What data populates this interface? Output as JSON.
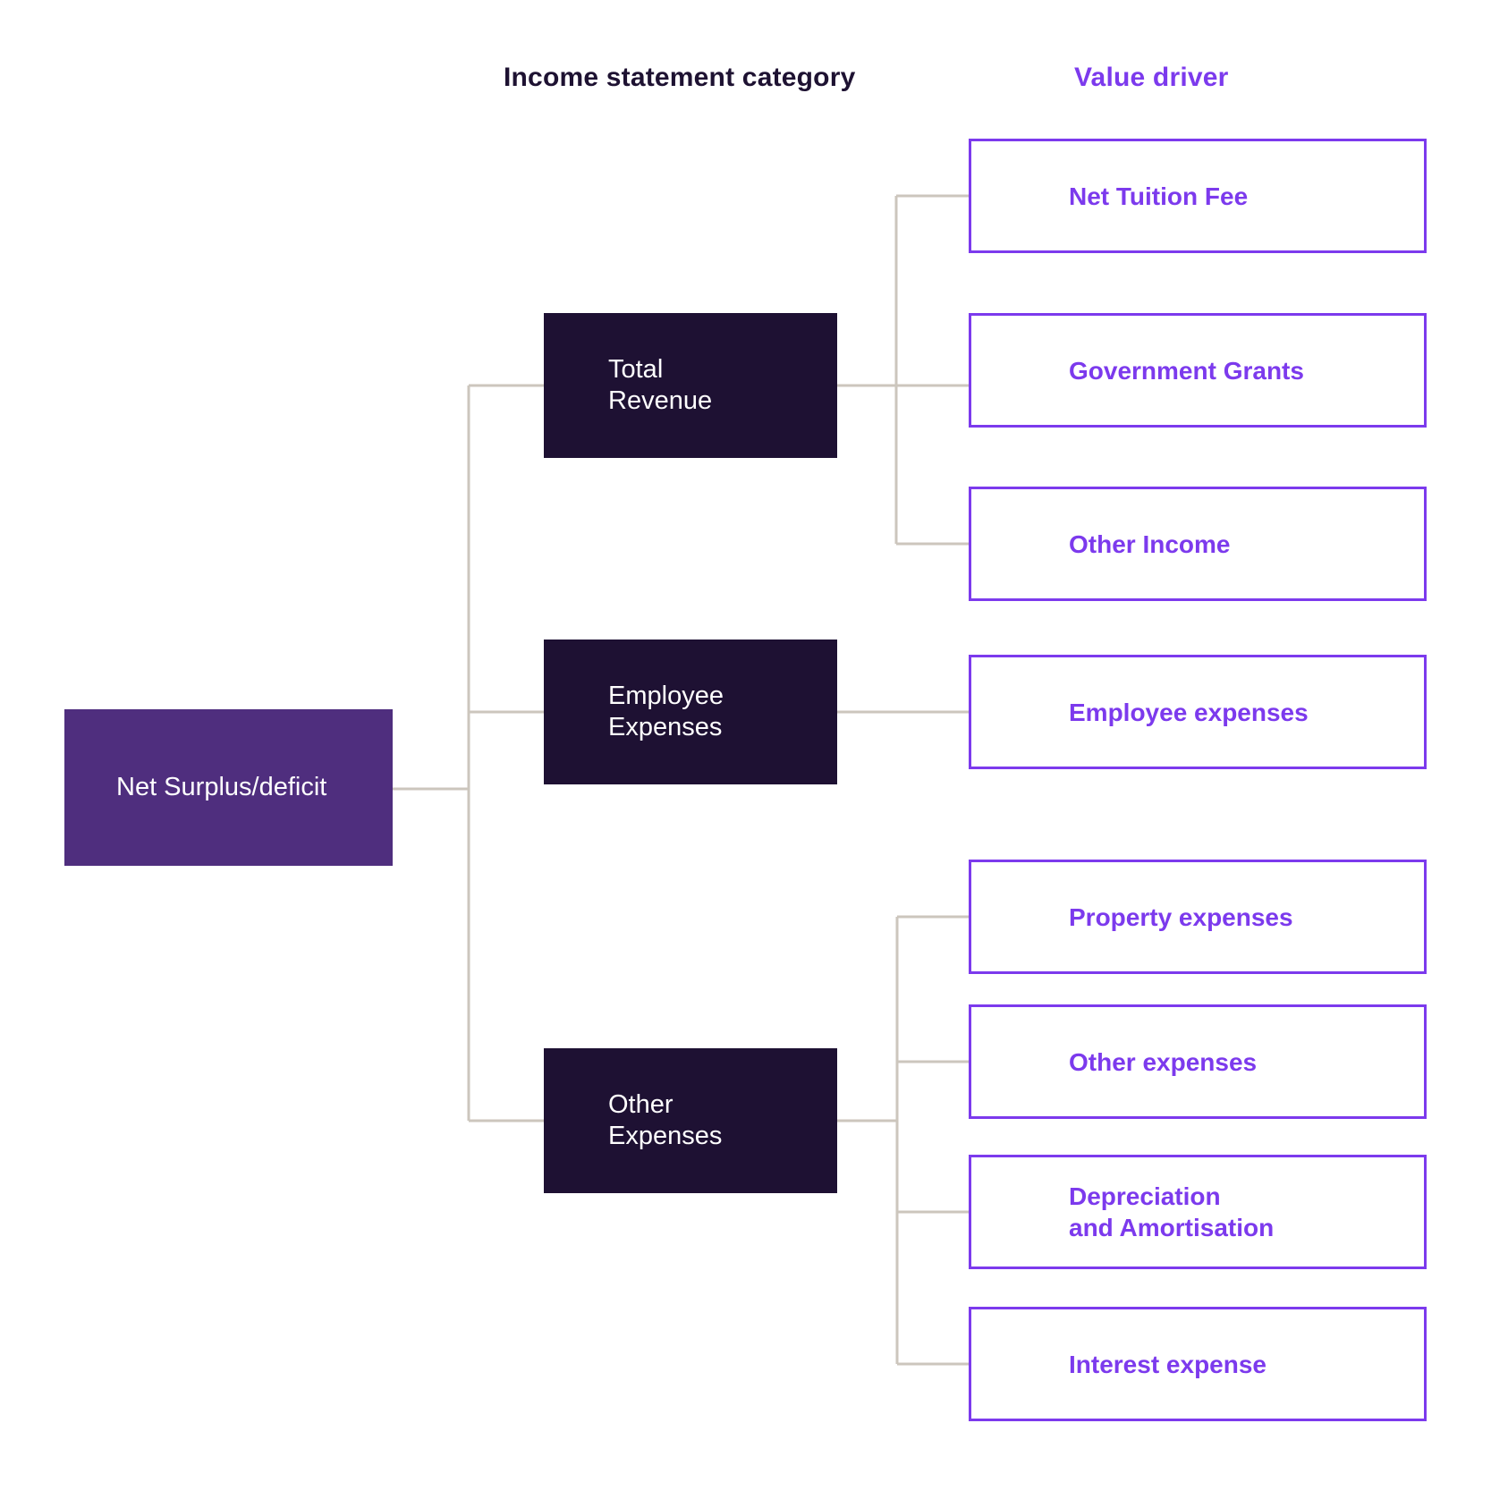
{
  "headers": {
    "category": "Income statement category",
    "driver": "Value driver"
  },
  "root": {
    "label": "Net Surplus/deficit"
  },
  "categories": [
    {
      "label": "Total\nRevenue"
    },
    {
      "label": "Employee\nExpenses"
    },
    {
      "label": "Other\nExpenses"
    }
  ],
  "drivers": [
    {
      "label": "Net Tuition Fee"
    },
    {
      "label": "Government Grants"
    },
    {
      "label": "Other Income"
    },
    {
      "label": "Employee expenses"
    },
    {
      "label": "Property expenses"
    },
    {
      "label": "Other expenses"
    },
    {
      "label": "Depreciation\nand Amortisation"
    },
    {
      "label": "Interest expense"
    }
  ],
  "colors": {
    "root_fill": "#4F2E7E",
    "category_fill": "#1E1133",
    "driver_accent": "#7C3AED",
    "connector": "#CCC6BD",
    "header_dark": "#1E1232"
  }
}
